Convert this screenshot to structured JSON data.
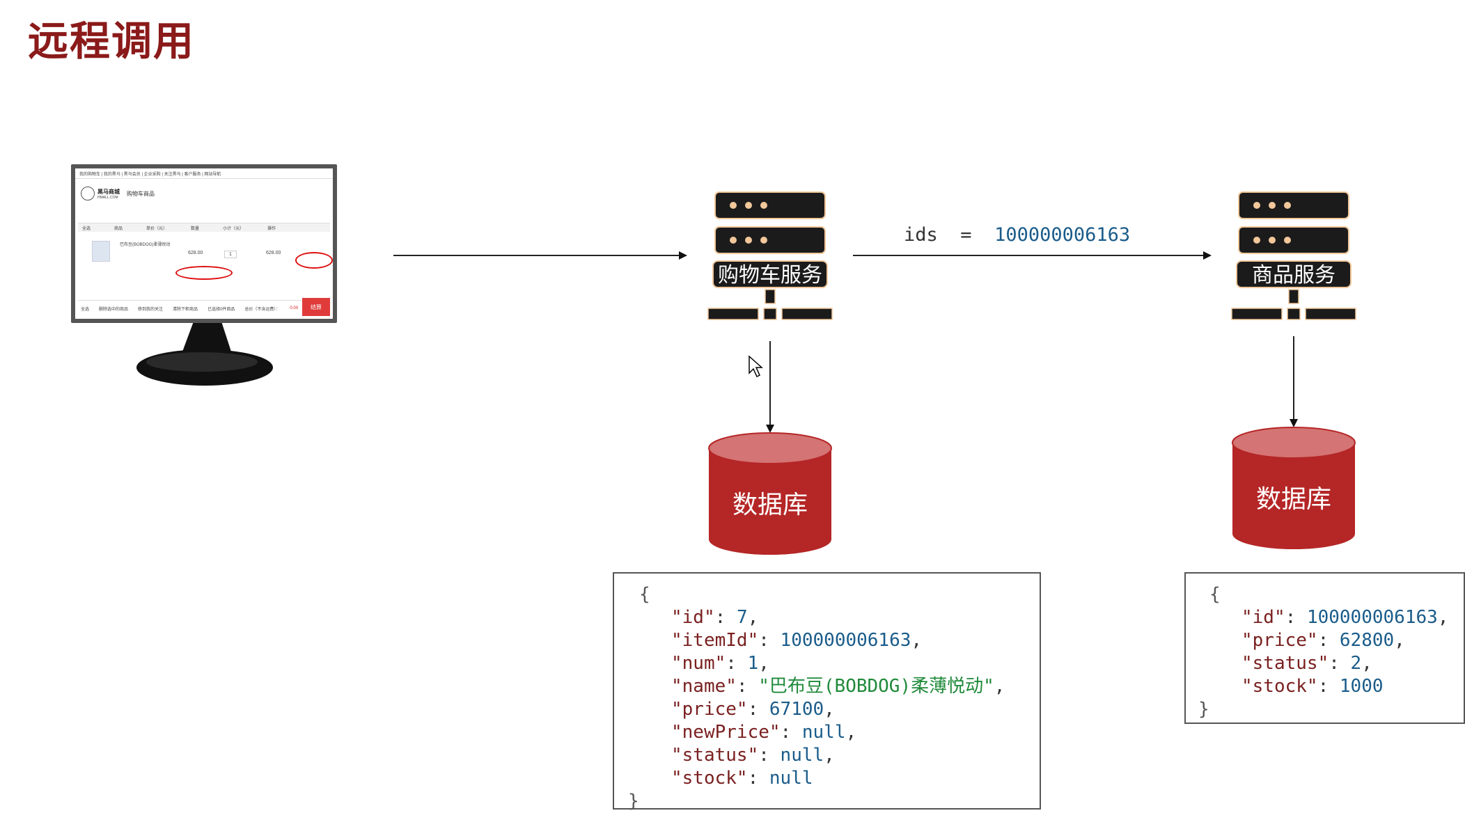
{
  "slide": {
    "title": "远程调用"
  },
  "client": {
    "mall_name": "黑马商城",
    "mall_sub": "HMALL.COM",
    "cart_title": "购物车商品",
    "top_links": "我的购物车 | 我的黑马 | 黑马会员 | 企业采购 | 关注黑马 | 客户服务 | 网站导航",
    "headers": [
      "全选",
      "商品",
      "单价（元）",
      "数量",
      "小计（元）",
      "操作"
    ],
    "product_name": "巴布豆(BOBDOG)柔薄悦动",
    "unit_price": "628.00",
    "qty": "1",
    "subtotal": "628.00",
    "footer_items": [
      "全选",
      "删除选中的商品",
      "移到我的关注",
      "清除下柜商品",
      "已选择0件商品",
      "总价（不含运费）：",
      "0.00"
    ],
    "pay_label": "结算"
  },
  "cart_service": {
    "label": "购物车服务"
  },
  "item_service": {
    "label": "商品服务"
  },
  "call": {
    "param_name": "ids",
    "equals": "=",
    "param_value": "100000006163"
  },
  "cart_db": {
    "label": "数据库"
  },
  "item_db": {
    "label": "数据库"
  },
  "cart_json": {
    "open": "{",
    "close": "}",
    "fields": [
      {
        "key": "\"id\"",
        "value": "7",
        "type": "num",
        "comma": ","
      },
      {
        "key": "\"itemId\"",
        "value": "100000006163",
        "type": "num",
        "comma": ","
      },
      {
        "key": "\"num\"",
        "value": "1",
        "type": "num",
        "comma": ","
      },
      {
        "key": "\"name\"",
        "value": "\"巴布豆(BOBDOG)柔薄悦动\"",
        "type": "str",
        "comma": ","
      },
      {
        "key": "\"price\"",
        "value": "67100",
        "type": "num",
        "comma": ","
      },
      {
        "key": "\"newPrice\"",
        "value": "null",
        "type": "num",
        "comma": ","
      },
      {
        "key": "\"status\"",
        "value": "null",
        "type": "num",
        "comma": ","
      },
      {
        "key": "\"stock\"",
        "value": "null",
        "type": "num",
        "comma": ""
      }
    ]
  },
  "item_json": {
    "open": "{",
    "close": "}",
    "fields": [
      {
        "key": "\"id\"",
        "value": "100000006163",
        "type": "num",
        "comma": ","
      },
      {
        "key": "\"price\"",
        "value": "62800",
        "type": "num",
        "comma": ","
      },
      {
        "key": "\"status\"",
        "value": "2",
        "type": "num",
        "comma": ","
      },
      {
        "key": "\"stock\"",
        "value": "1000",
        "type": "num",
        "comma": ""
      }
    ]
  },
  "colors": {
    "title": "#8b1a1a",
    "server_body": "#1b1b1b",
    "server_outline": "#f2c79a",
    "db_body": "#b52626",
    "db_top": "#d47474",
    "json_key": "#7a2020",
    "json_number": "#1a5c8a",
    "json_string": "#1f8a3a"
  }
}
